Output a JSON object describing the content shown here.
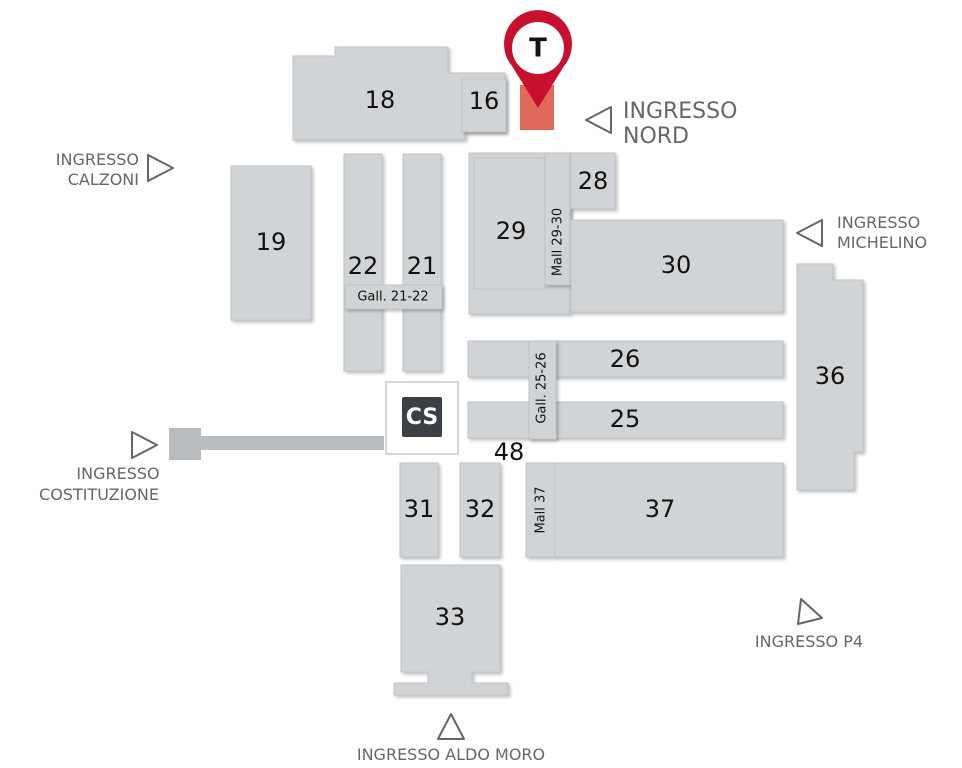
{
  "map": {
    "halls": {
      "h16": "16",
      "h18": "18",
      "h19": "19",
      "h21": "21",
      "h22": "22",
      "h25": "25",
      "h26": "26",
      "h28": "28",
      "h29": "29",
      "h30": "30",
      "h31": "31",
      "h32": "32",
      "h33": "33",
      "h36": "36",
      "h37": "37",
      "h48": "48"
    },
    "galleries": {
      "g2122": "Gall. 21-22",
      "g2526": "Gall. 25-26",
      "m2930": "Mall 29-30",
      "m37": "Mall 37"
    },
    "cs": "CS",
    "marker": "T",
    "colors": {
      "hall": "#d1d4d7",
      "marker": "#c8102e",
      "marker_rect": "#e06a5a",
      "cs_box": "#3b4046",
      "entrance_text": "#666666"
    },
    "entrances": {
      "nord": [
        "INGRESSO",
        "NORD"
      ],
      "calzoni": [
        "INGRESSO",
        "CALZONI"
      ],
      "michelino": [
        "INGRESSO",
        "MICHELINO"
      ],
      "costituzione": [
        "INGRESSO",
        "COSTITUZIONE"
      ],
      "p4": "INGRESSO P4",
      "aldo_moro": "INGRESSO ALDO MORO"
    }
  }
}
